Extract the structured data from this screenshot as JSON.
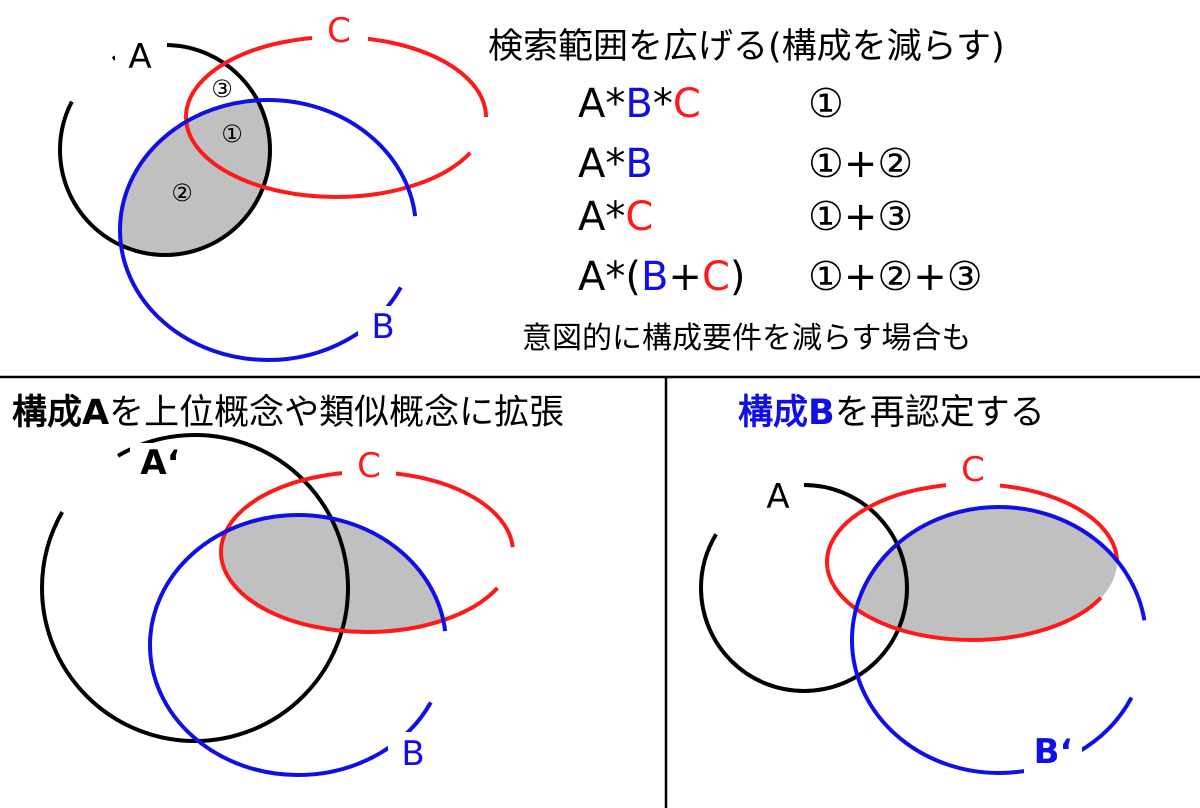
{
  "colors": {
    "black": "#000000",
    "red": "#ff1a1a",
    "blue": "#1010e6",
    "shade": "#c0c0c0"
  },
  "top": {
    "labels": {
      "a": "A",
      "b": "B",
      "c": "C"
    },
    "regions": {
      "r1": "①",
      "r2": "②",
      "r3": "③"
    },
    "title": "検索範囲を広げる(構成を減らす)",
    "rows": [
      {
        "expr_parts": [
          "A*",
          "B",
          "*",
          "C"
        ],
        "expr_colors": [
          "black",
          "blue",
          "black",
          "red"
        ],
        "result": "①"
      },
      {
        "expr_parts": [
          "A*",
          "B"
        ],
        "expr_colors": [
          "black",
          "blue"
        ],
        "result": "①+②"
      },
      {
        "expr_parts": [
          "A*",
          "C"
        ],
        "expr_colors": [
          "black",
          "red"
        ],
        "result": "①+③"
      },
      {
        "expr_parts": [
          "A*(",
          "B",
          "+",
          "C",
          ")"
        ],
        "expr_colors": [
          "black",
          "blue",
          "black",
          "red",
          "black"
        ],
        "result": "①+②+③"
      }
    ],
    "note": "意図的に構成要件を減らす場合も"
  },
  "bottom_left": {
    "heading_bold": "構成A",
    "heading_rest": "を上位概念や類似概念に拡張",
    "labels": {
      "a": "A‘",
      "b": "B",
      "c": "C"
    }
  },
  "bottom_right": {
    "heading_bold": "構成B",
    "heading_rest": "を再認定する",
    "labels": {
      "a": "A",
      "b": "B‘",
      "c": "C"
    }
  }
}
